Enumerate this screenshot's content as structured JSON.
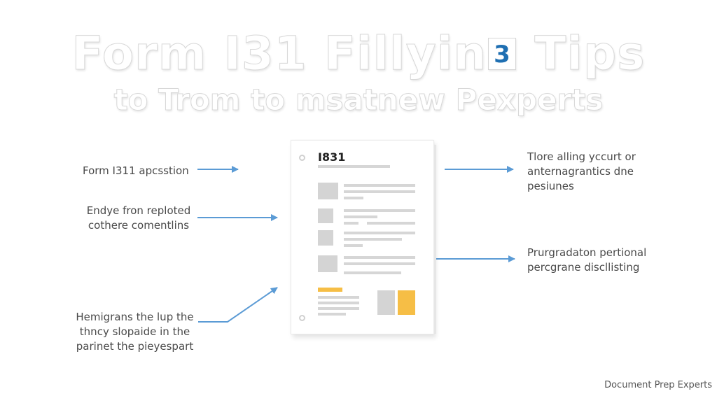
{
  "title": {
    "line1_before": "Form I31 Fillyin",
    "badge": "3",
    "line1_after": " Tips",
    "line2": "to Trom to msatnew Pexperts"
  },
  "left_labels": [
    {
      "lines": [
        "Form I311 apcsstion"
      ]
    },
    {
      "lines": [
        "Endye fron reploted",
        "cothere comentlins"
      ]
    },
    {
      "lines": [
        "Hemigrans the lup the",
        "thncy slopaide in the",
        "parinet the pieyespart"
      ]
    }
  ],
  "right_labels": [
    {
      "lines": [
        "Tlore alling yccurt or",
        "anternagrantics dne",
        "pesiunes"
      ]
    },
    {
      "lines": [
        "Prurgradaton pertional",
        "percgrane discllisting"
      ]
    }
  ],
  "document": {
    "heading": "I831"
  },
  "footer": {
    "brand": "Document Prep Experts"
  },
  "colors": {
    "arrow": "#5b9bd5",
    "accent": "#f6be46",
    "badge_text": "#1f6fb2",
    "placeholder_gray": "#d6d6d6"
  }
}
